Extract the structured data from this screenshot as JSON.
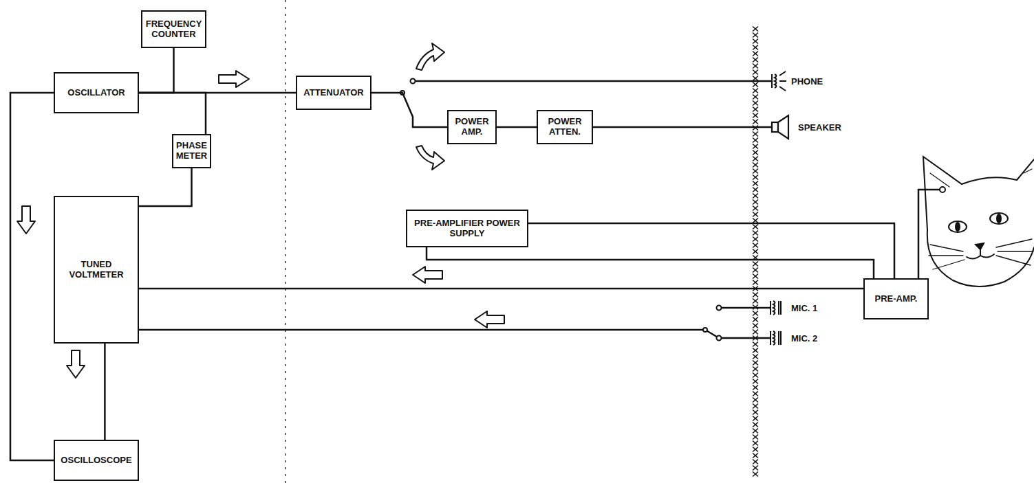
{
  "diagram": {
    "nodes": [
      {
        "text": [
          "FREQUENCY COUNTER"
        ]
      },
      {
        "text": [
          "OSCILLATOR"
        ]
      },
      {
        "text": [
          "ATTENUATOR"
        ]
      },
      {
        "text": [
          "POWER AMP."
        ]
      },
      {
        "text": [
          "POWER ATTEN."
        ]
      },
      {
        "text": [
          "PHASE METER"
        ]
      },
      {
        "text": [
          "TUNED VOLTMETER"
        ]
      },
      {
        "text": [
          "PRE-AMPLIFIER POWER SUPPLY"
        ]
      },
      {
        "text": [
          "PRE-AMP."
        ]
      },
      {
        "text": [
          "OSCILLOSCOPE"
        ]
      }
    ],
    "edges": [
      {
        "from": 1,
        "to": 0,
        "arrow": "none"
      },
      {
        "from": 1,
        "to": 2,
        "arrow": "none"
      },
      {
        "from": 1,
        "to": 5,
        "arrow": "none"
      },
      {
        "from": 5,
        "to": 6,
        "arrow": "none"
      },
      {
        "from": 1,
        "to": 9,
        "arrow": "none"
      },
      {
        "from": 6,
        "to": 9,
        "arrow": "none"
      },
      {
        "from": 2,
        "to": 3,
        "arrow": "none"
      },
      {
        "from": 3,
        "to": 4,
        "arrow": "none"
      },
      {
        "from": 7,
        "to": 8,
        "arrow": "none"
      },
      {
        "from": 7,
        "to": 8,
        "arrow": "none"
      },
      {
        "from": 8,
        "to": 6,
        "arrow": "none"
      }
    ],
    "labels": [
      "PHONE",
      "SPEAKER",
      "MIC. 1",
      "MIC. 2"
    ]
  }
}
